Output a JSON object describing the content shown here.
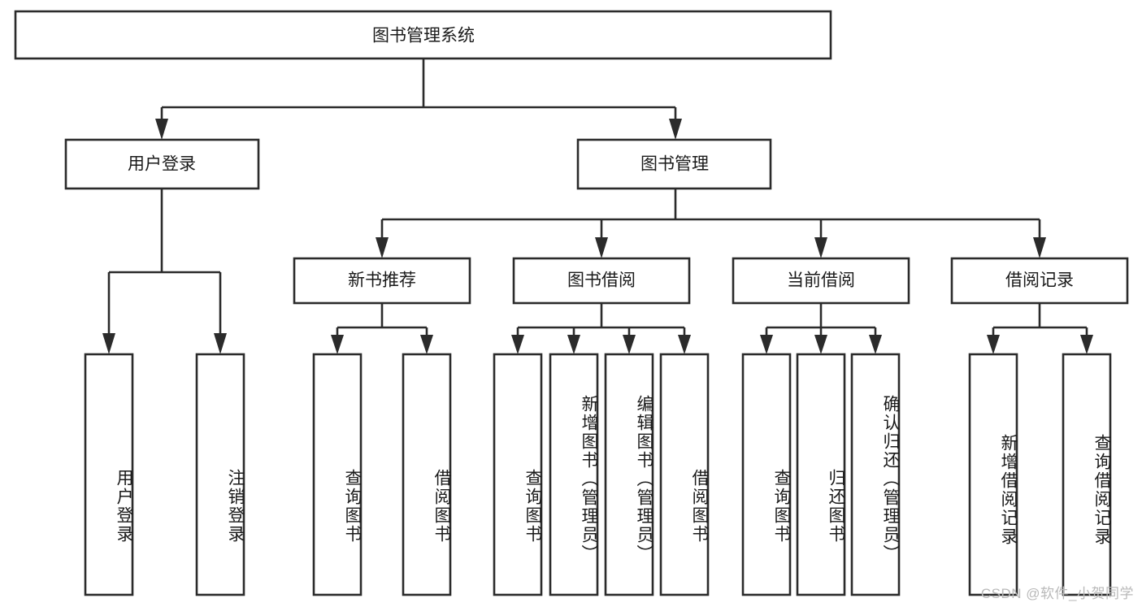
{
  "diagram": {
    "title": "图书管理系统",
    "type": "hierarchy-tree",
    "watermark": "CSDN @软件_小贺同学",
    "colors": {
      "box_stroke": "#2b2b2b",
      "box_fill": "#ffffff",
      "text": "#1a1a1a",
      "background": "#ffffff",
      "watermark": "#b9b9b9"
    },
    "root": {
      "label": "图书管理系统"
    },
    "level2": [
      {
        "label": "用户登录"
      },
      {
        "label": "图书管理"
      }
    ],
    "level3": [
      {
        "label": "新书推荐"
      },
      {
        "label": "图书借阅"
      },
      {
        "label": "当前借阅"
      },
      {
        "label": "借阅记录"
      }
    ],
    "leaves": {
      "user_login": [
        {
          "label": "用户登录"
        },
        {
          "label": "注销登录"
        }
      ],
      "new_book_recommend": [
        {
          "label": "查询图书"
        },
        {
          "label": "借阅图书"
        }
      ],
      "book_borrow": [
        {
          "label": "查询图书"
        },
        {
          "label": "新增图书（管理员）"
        },
        {
          "label": "编辑图书（管理员）"
        },
        {
          "label": "借阅图书"
        }
      ],
      "current_borrow": [
        {
          "label": "查询图书"
        },
        {
          "label": "归还图书"
        },
        {
          "label": "确认归还（管理员）"
        }
      ],
      "borrow_record": [
        {
          "label": "新增借阅记录"
        },
        {
          "label": "查询借阅记录"
        }
      ]
    }
  }
}
